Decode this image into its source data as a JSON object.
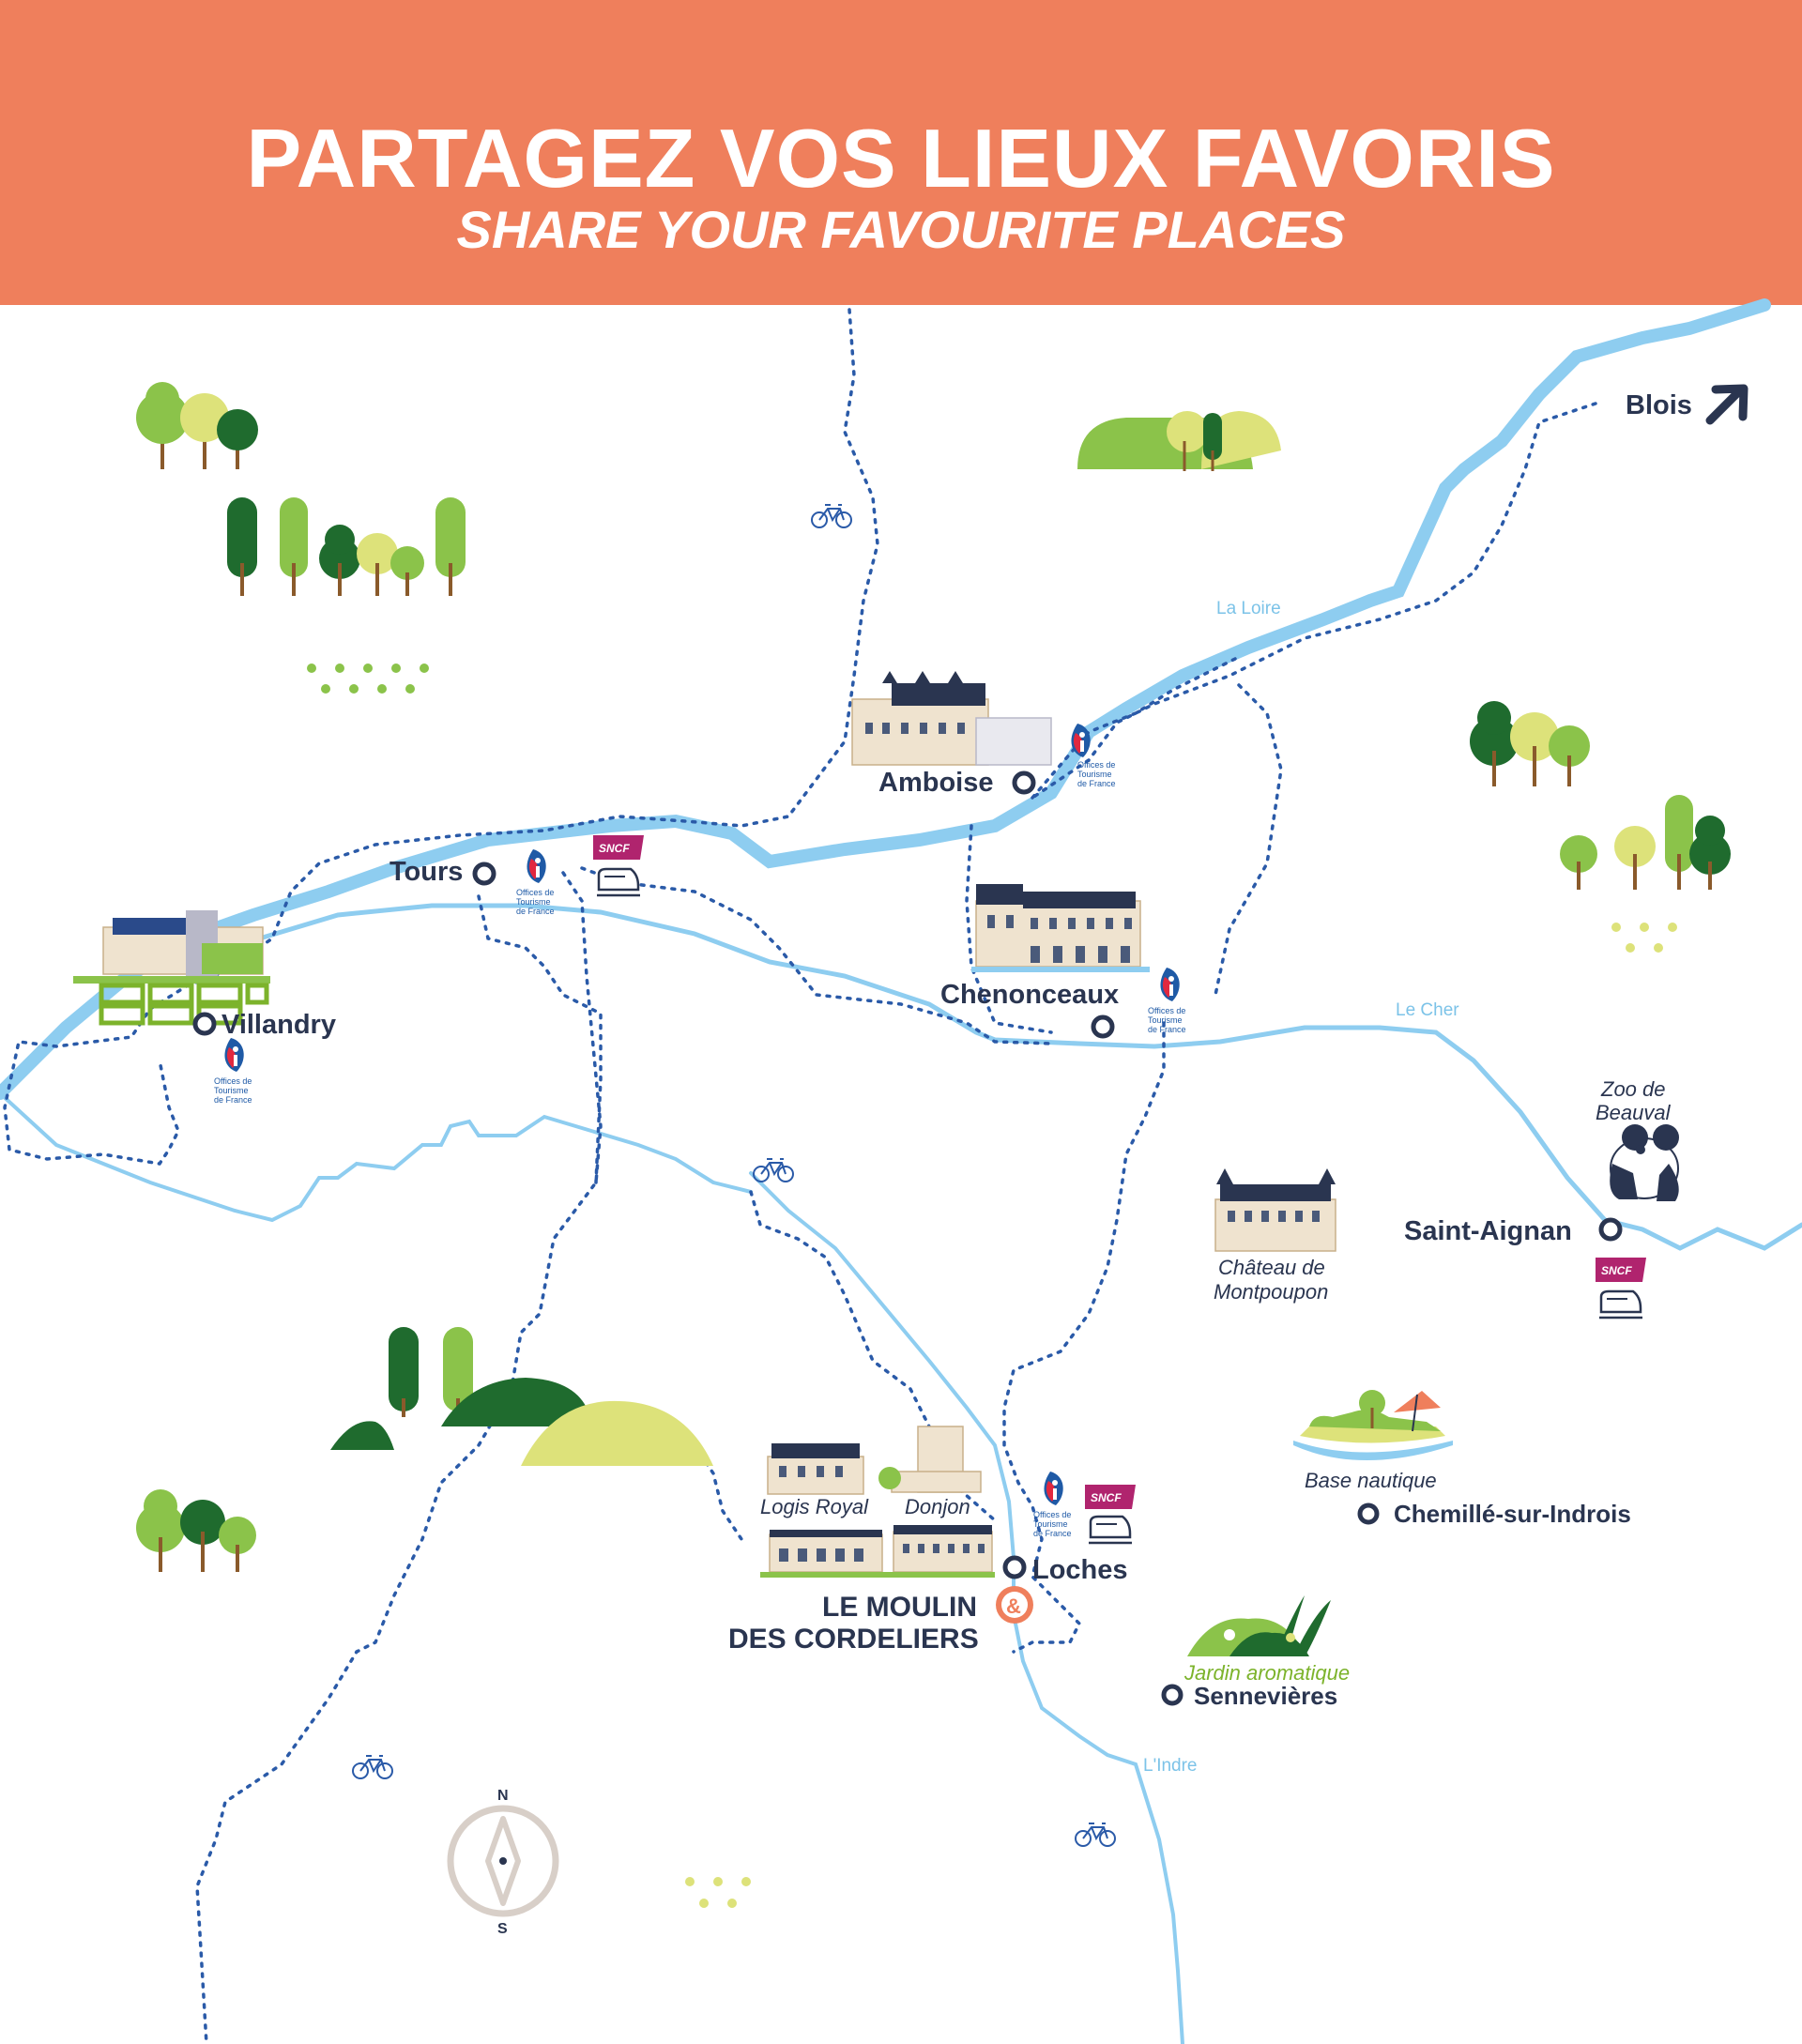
{
  "header": {
    "title": "PARTAGEZ VOS LIEUX FAVORIS",
    "subtitle": "SHARE YOUR FAVOURITE PLACES",
    "background": "#ef7f5c"
  },
  "colors": {
    "river": "#8ecdf0",
    "route": "#2a5aa8",
    "town": "#2a3550",
    "dark_green": "#1f6b2e",
    "mid_green": "#8bc34a",
    "light_green": "#dde27a",
    "accent_orange": "#ef7f5c",
    "sncf": "#b0246e"
  },
  "towns": {
    "blois": "Blois",
    "amboise": "Amboise",
    "tours": "Tours",
    "villandry": "Villandry",
    "chenonceaux": "Chenonceaux",
    "saint_aignan": "Saint-Aignan",
    "loches": "Loches",
    "chemille": "Chemillé-sur-Indrois",
    "sennevieres": "Sennevières"
  },
  "places": {
    "zoo_line1": "Zoo de",
    "zoo_line2": "Beauval",
    "montpoupon_line1": "Château de",
    "montpoupon_line2": "Montpoupon",
    "base_nautique": "Base nautique",
    "logis_royal": "Logis Royal",
    "donjon": "Donjon",
    "jardin": "Jardin aromatique",
    "moulin_line1": "LE MOULIN",
    "moulin_line2": "DES CORDELIERS"
  },
  "rivers": {
    "loire": "La Loire",
    "cher": "Le Cher",
    "indre": "L'Indre"
  },
  "logos": {
    "ot_line1": "Offices de",
    "ot_line2": "Tourisme",
    "ot_line3": "de France",
    "sncf": "SNCF"
  },
  "compass": {
    "north": "N",
    "south": "S"
  }
}
